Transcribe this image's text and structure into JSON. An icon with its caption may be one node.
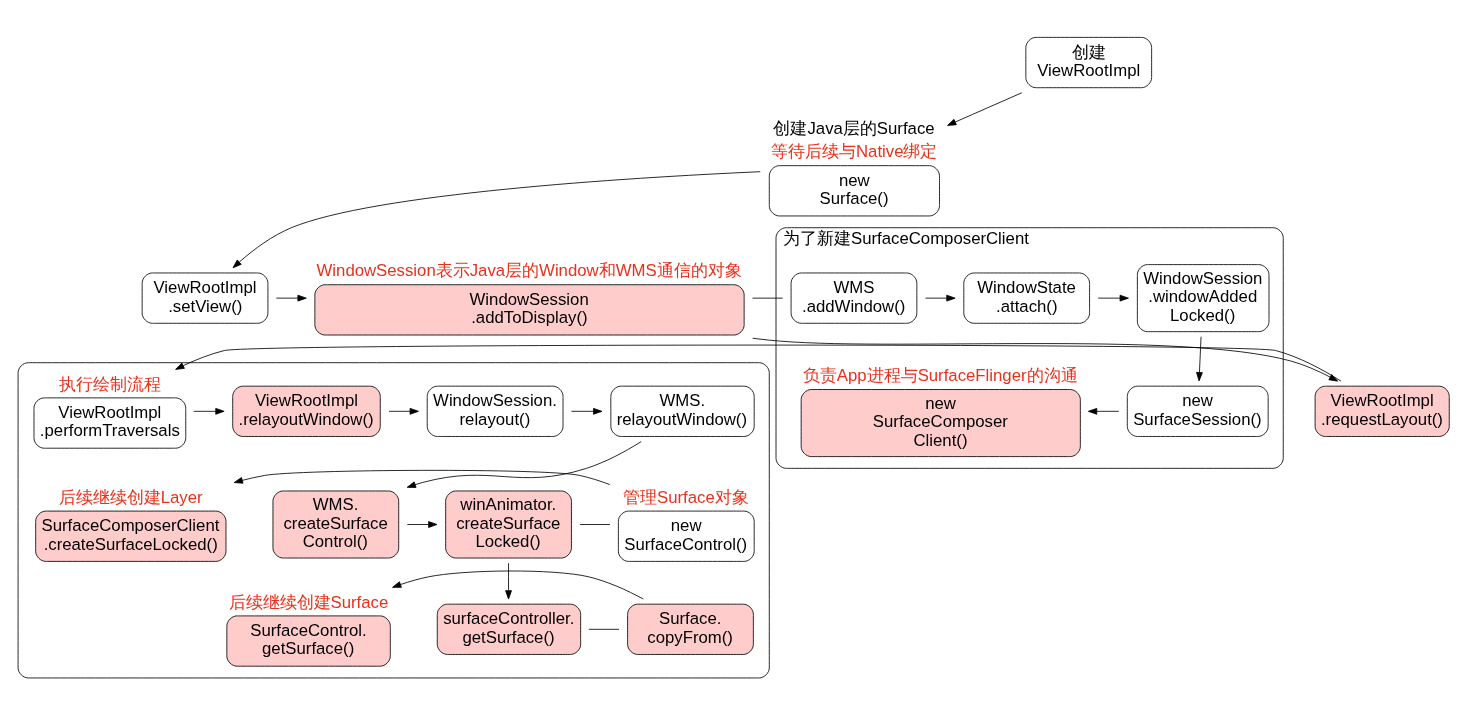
{
  "diagram": {
    "nodes": [
      {
        "text": [
          "创建 ViewRootImpl"
        ]
      },
      {
        "text": [
          "new Surface()"
        ],
        "beside": [
          "创建Java层的Surface",
          "等待后续与Native绑定"
        ]
      },
      {
        "text": [
          "ViewRootImpl .setView()"
        ]
      },
      {
        "text": [
          "WindowSession .addToDisplay()"
        ],
        "beside": [
          "WindowSession表示Java层的Window和WMS通信的对象"
        ]
      },
      {
        "text": [
          "为了新建SurfaceComposerClient"
        ]
      },
      {
        "text": [
          "WMS .addWindow()"
        ],
        "in": 4
      },
      {
        "text": [
          "WindowState .attach()"
        ],
        "in": 4
      },
      {
        "text": [
          "WindowSession .windowAdded Locked()"
        ],
        "in": 4
      },
      {
        "text": [
          "new SurfaceSession()"
        ],
        "in": 4
      },
      {
        "text": [
          "new SurfaceComposer Client()"
        ],
        "in": 4,
        "beside": [
          "负责App进程与SurfaceFlinger的沟通"
        ]
      },
      {
        "text": [
          "ViewRootImpl .requestLayout()"
        ]
      },
      {
        "text": [],
        "shape": "box"
      },
      {
        "text": [
          "ViewRootImpl .performTraversals"
        ],
        "in": 11,
        "beside": [
          "执行绘制流程"
        ]
      },
      {
        "text": [
          "ViewRootImpl .relayoutWindow()"
        ],
        "in": 11
      },
      {
        "text": [
          "WindowSession. relayout()"
        ],
        "in": 11
      },
      {
        "text": [
          "WMS. relayoutWindow()"
        ],
        "in": 11
      },
      {
        "text": [
          "WMS. createSurface Control()"
        ],
        "in": 11
      },
      {
        "text": [
          "winAnimator. createSurface Locked()"
        ],
        "in": 11
      },
      {
        "text": [
          "new SurfaceControl()"
        ],
        "in": 11,
        "beside": [
          "管理Surface对象"
        ]
      },
      {
        "text": [
          "SurfaceComposerClient .createSurfaceLocked()"
        ],
        "in": 11,
        "beside": [
          "后续继续创建Layer"
        ]
      },
      {
        "text": [
          "surfaceController. getSurface()"
        ],
        "in": 11
      },
      {
        "text": [
          "Surface. copyFrom()"
        ],
        "in": 11
      },
      {
        "text": [
          "SurfaceControl. getSurface()"
        ],
        "in": 11,
        "beside": [
          "后续继续创建Surface"
        ]
      }
    ],
    "edges": [
      {
        "from": 0,
        "to": 1,
        "arrow": "to"
      },
      {
        "from": 1,
        "to": 2,
        "arrow": "to"
      },
      {
        "from": 2,
        "to": 3,
        "arrow": "to"
      },
      {
        "from": 3,
        "to": 5,
        "arrow": "none"
      },
      {
        "from": 5,
        "to": 6,
        "arrow": "to"
      },
      {
        "from": 6,
        "to": 7,
        "arrow": "to"
      },
      {
        "from": 7,
        "to": 8,
        "arrow": "to"
      },
      {
        "from": 8,
        "to": 9,
        "arrow": "to"
      },
      {
        "from": 3,
        "to": 10,
        "arrow": "to"
      },
      {
        "from": 10,
        "to": 12,
        "arrow": "to"
      },
      {
        "from": 12,
        "to": 13,
        "arrow": "to"
      },
      {
        "from": 13,
        "to": 14,
        "arrow": "to"
      },
      {
        "from": 14,
        "to": 15,
        "arrow": "to"
      },
      {
        "from": 15,
        "to": 16,
        "arrow": "to"
      },
      {
        "from": 16,
        "to": 17,
        "arrow": "to"
      },
      {
        "from": 17,
        "to": 18,
        "arrow": "none"
      },
      {
        "from": 18,
        "to": 19,
        "arrow": "to"
      },
      {
        "from": 17,
        "to": 20,
        "arrow": "to"
      },
      {
        "from": 20,
        "to": 21,
        "arrow": "none"
      },
      {
        "from": 21,
        "to": 22,
        "arrow": "to"
      }
    ]
  }
}
